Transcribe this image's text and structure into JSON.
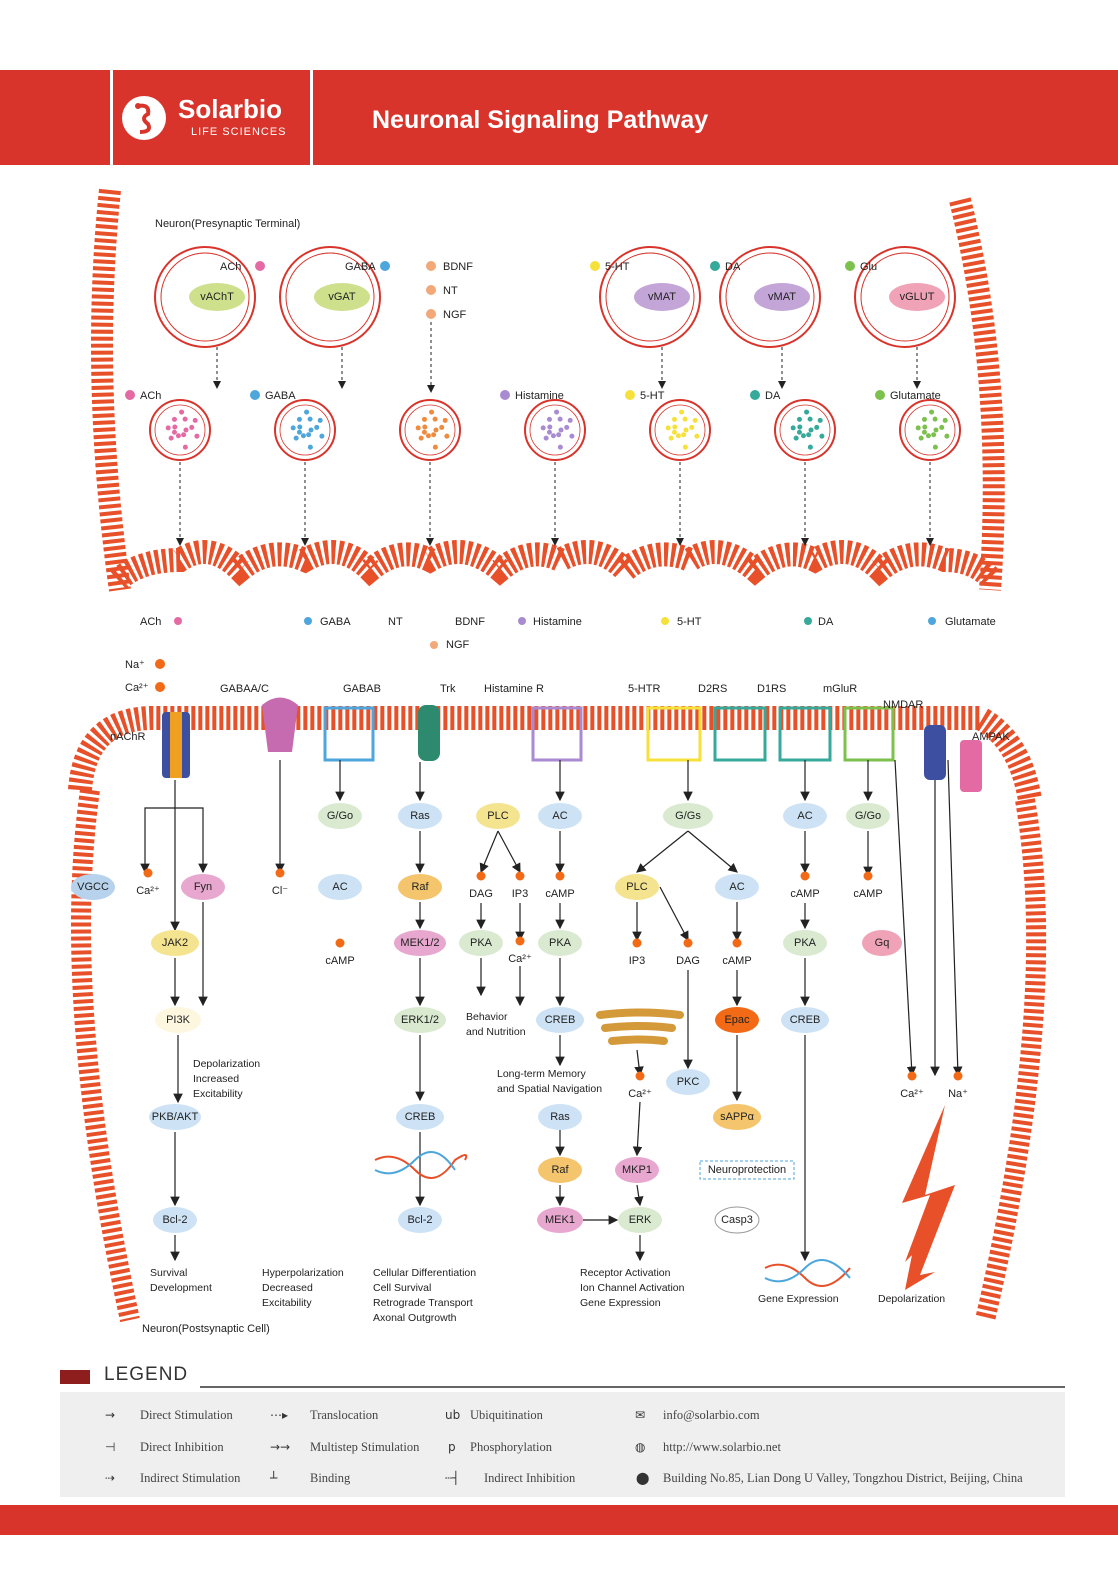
{
  "header": {
    "logo_name": "Solarbio",
    "logo_sub": "LIFE SCIENCES",
    "title": "Neuronal Signaling Pathway"
  },
  "labels": {
    "presynaptic": "Neuron(Presynaptic Terminal)",
    "postsynaptic": "Neuron(Postsynaptic Cell)"
  },
  "vesicle_loading": [
    {
      "transporter": "vAChT",
      "ligand": "ACh",
      "color": "#e46aa4"
    },
    {
      "transporter": "vGAT",
      "ligand": "GABA",
      "color": "#4da6dc"
    },
    {
      "transporter": "vMAT",
      "ligand": "5-HT",
      "color": "#f5e13a"
    },
    {
      "transporter": "vMAT",
      "ligand": "DA",
      "color": "#35a99a"
    },
    {
      "transporter": "vGLUT",
      "ligand": "Glu",
      "color": "#7cc04d"
    }
  ],
  "neurotrophins": [
    "BDNF",
    "NT",
    "NGF"
  ],
  "vesicles": [
    {
      "label": "ACh",
      "color": "#e46aa4"
    },
    {
      "label": "GABA",
      "color": "#4da6dc"
    },
    {
      "label": "",
      "color": "#f08a3c"
    },
    {
      "label": "Histamine",
      "color": "#a98bd1"
    },
    {
      "label": "5-HT",
      "color": "#f5e13a"
    },
    {
      "label": "DA",
      "color": "#35a99a"
    },
    {
      "label": "Glutamate",
      "color": "#7cc04d"
    }
  ],
  "released": [
    "ACh",
    "GABA",
    "NT",
    "BDNF",
    "NGF",
    "Histamine",
    "5-HT",
    "DA",
    "Glutamate"
  ],
  "ions": {
    "na": "Na⁺",
    "ca": "Ca²⁺"
  },
  "receptors": [
    "nAChR",
    "GABAA/C",
    "GABAB",
    "Trk",
    "Histamine R",
    "5-HTR",
    "D2RS",
    "D1RS",
    "mGluR",
    "NMDAR",
    "AMPAK"
  ],
  "nodes": {
    "vgcc": "VGCC",
    "ca": "Ca²⁺",
    "fyn": "Fyn",
    "jak2": "JAK2",
    "pi3k": "PI3K",
    "pkb": "PKB/AKT",
    "bcl2": "Bcl-2",
    "cl": "Cl⁻",
    "gio": "G/Go",
    "ac": "AC",
    "camp": "cAMP",
    "ras": "Ras",
    "raf": "Raf",
    "mek12": "MEK1/2",
    "erk12": "ERK1/2",
    "creb": "CREB",
    "plc": "PLC",
    "dag": "DAG",
    "ip3": "IP3",
    "pka": "PKA",
    "gq": "Gq",
    "gs": "G/Gs",
    "pkc": "PKC",
    "mkp1": "MKP1",
    "mek1": "MEK1",
    "erk": "ERK",
    "casp3": "Casp3",
    "epac": "Epac",
    "sappa": "sAPPα",
    "neuroprotection": "Neuroprotection",
    "na": "Na⁺"
  },
  "outcomes": {
    "nachr": "Depolarization\nIncreased\nExcitability",
    "survival": "Survival\nDevelopment",
    "hyperpol": "Hyperpolarization\nDecreased\nExcitability",
    "trk": "Cellular Differentiation\nCell Survival\nRetrograde Transport\nAxonal Outgrowth",
    "behavior": "Behavior\nand Nutrition",
    "memory": "Long-term Memory\nand Spatial Navigation",
    "receptor": "Receptor Activation\nIon Channel Activation\nGene Expression",
    "gene": "Gene Expression",
    "depol": "Depolarization"
  },
  "legend": {
    "title": "LEGEND",
    "items": [
      {
        "sym": "→",
        "label": "Direct Stimulation"
      },
      {
        "sym": "⊣",
        "label": "Direct Inhibition"
      },
      {
        "sym": "⇢",
        "label": "Indirect Stimulation"
      },
      {
        "sym": "⋯▸",
        "label": "Translocation"
      },
      {
        "sym": "→→",
        "label": "Multistep Stimulation"
      },
      {
        "sym": "┴",
        "label": "Binding"
      },
      {
        "sym": "ub",
        "label": "Ubiquitination"
      },
      {
        "sym": "p",
        "label": "Phosphorylation"
      },
      {
        "sym": "┄┤",
        "label": "Indirect Inhibition"
      }
    ],
    "contact": {
      "email": "info@solarbio.com",
      "web": "http://www.solarbio.net",
      "address": "Building No.85, Lian Dong U Valley, Tongzhou District, Beijing, China"
    }
  },
  "colors": {
    "brand_red": "#d8342b",
    "membrane": "#e8502a"
  }
}
